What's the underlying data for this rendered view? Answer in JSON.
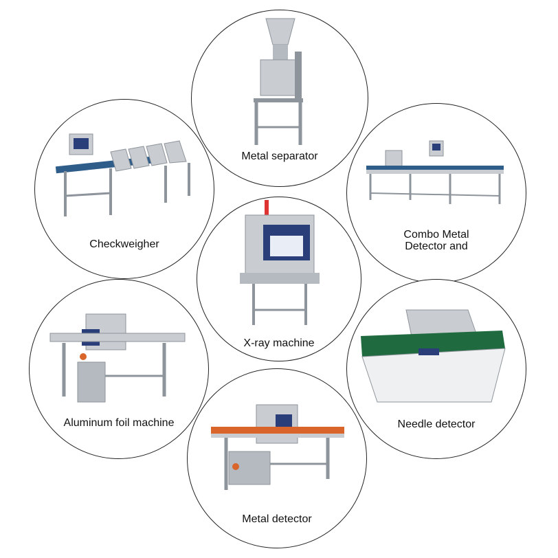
{
  "items": [
    {
      "id": "metal-separator",
      "label": [
        "Metal separator"
      ]
    },
    {
      "id": "checkweigher",
      "label": [
        "Checkweigher"
      ]
    },
    {
      "id": "combo",
      "label": [
        "Combo Metal",
        "Detector and"
      ]
    },
    {
      "id": "xray",
      "label": [
        "X-ray machine"
      ]
    },
    {
      "id": "aluminum",
      "label": [
        "Aluminum foil machine"
      ]
    },
    {
      "id": "needle",
      "label": [
        "Needle detector"
      ]
    },
    {
      "id": "metal-detector",
      "label": [
        "Metal detector"
      ]
    }
  ],
  "colors": {
    "steel": "#c9cdd2",
    "steel_dark": "#8e949b",
    "belt_blue": "#2f5d8a",
    "belt_green": "#1f6b3f",
    "orange": "#d9652b",
    "screen": "#2a3f7a",
    "white_body": "#eef0f2"
  }
}
